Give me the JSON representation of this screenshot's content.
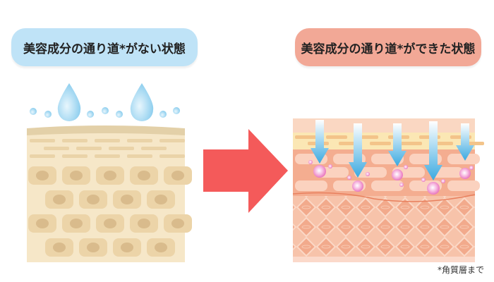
{
  "left_panel": {
    "label": "美容成分の通り道*がない状態",
    "color": "#bfe3f7"
  },
  "right_panel": {
    "label": "美容成分の通り道*ができた状態",
    "color": "#f2a896"
  },
  "arrow": {
    "icon": "arrow-right-icon",
    "color": "#f45a5a"
  },
  "footnote": "*角質層まで"
}
